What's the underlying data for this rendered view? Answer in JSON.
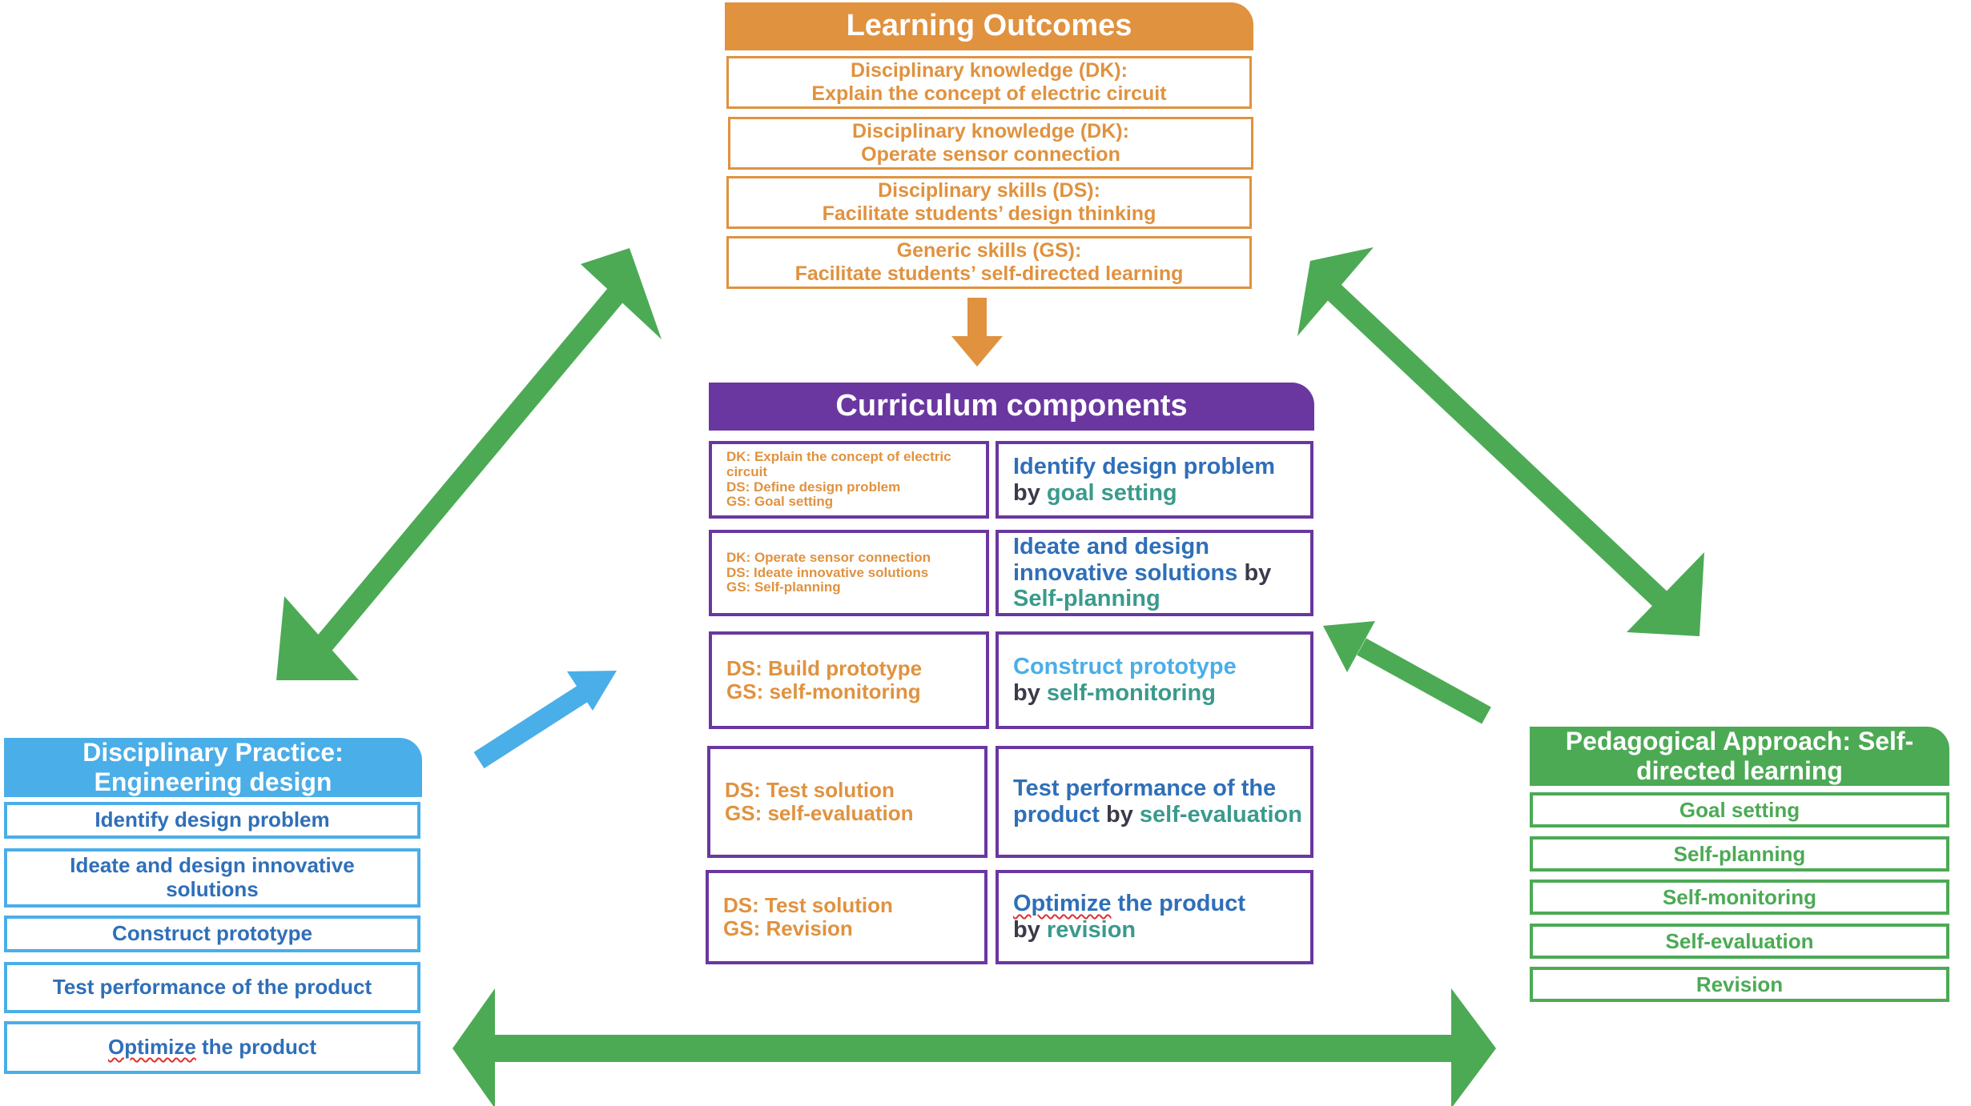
{
  "learning_outcomes": {
    "title": "Learning Outcomes",
    "items": [
      {
        "line1": "Disciplinary knowledge (DK):",
        "line2": "Explain the concept of electric circuit"
      },
      {
        "line1": "Disciplinary knowledge (DK):",
        "line2": "Operate sensor connection"
      },
      {
        "line1": "Disciplinary skills (DS):",
        "line2": "Facilitate students’ design thinking"
      },
      {
        "line1": "Generic skills (GS):",
        "line2": "Facilitate students’ self-directed learning"
      }
    ]
  },
  "curriculum": {
    "title": "Curriculum components",
    "rows": [
      {
        "left": [
          "DK: Explain the concept of electric circuit",
          "DS: Define design problem",
          "GS: Goal setting"
        ],
        "right": {
          "practice": "Identify design problem",
          "by": "by",
          "approach": "goal setting"
        }
      },
      {
        "left": [
          "DK: Operate sensor connection",
          "DS: Ideate innovative solutions",
          "GS: Self-planning"
        ],
        "right": {
          "practice": "Ideate and design innovative solutions",
          "by": "by",
          "approach": "Self-planning"
        }
      },
      {
        "left": [
          "DS: Build prototype",
          "GS: self-monitoring"
        ],
        "right": {
          "practice": "Construct prototype",
          "by": "by",
          "approach": "self-monitoring"
        }
      },
      {
        "left": [
          "DS: Test solution",
          "GS: self-evaluation"
        ],
        "right": {
          "practice": "Test performance of the product",
          "by": "by",
          "approach": "self-evaluation"
        }
      },
      {
        "left": [
          "DS: Test solution",
          "GS: Revision"
        ],
        "right": {
          "practice_word": "Optimize",
          "practice_rest": "the product",
          "by": "by",
          "approach": "revision"
        }
      }
    ]
  },
  "disciplinary_practice": {
    "title_line1": "Disciplinary Practice:",
    "title_line2": "Engineering design",
    "items": [
      "Identify design problem",
      "Ideate and design innovative solutions",
      "Construct prototype",
      "Test performance of the product"
    ],
    "last_item_word": "Optimize",
    "last_item_rest": "the product"
  },
  "pedagogical_approach": {
    "title": "Pedagogical Approach: Self-directed learning",
    "items": [
      "Goal setting",
      "Self-planning",
      "Self-monitoring",
      "Self-evaluation",
      "Revision"
    ]
  },
  "colors": {
    "learning_outcomes": "#e0923f",
    "curriculum": "#6a37a0",
    "practice": "#4aaee8",
    "approach": "#4caa55",
    "practice_text": "#2f6fb8",
    "approach_text": "#3a9a8c"
  }
}
